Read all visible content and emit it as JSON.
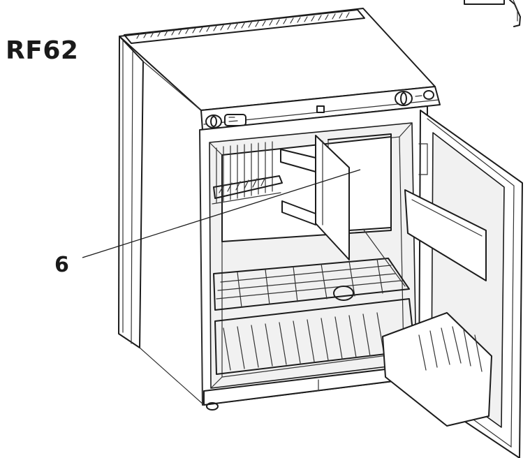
{
  "figure": {
    "model_label": "RF62",
    "callouts": [
      {
        "number": "6"
      }
    ]
  },
  "colors": {
    "line": "#1c1c1c",
    "background": "#ffffff"
  },
  "icons": [
    "refrigerator-illustration"
  ]
}
